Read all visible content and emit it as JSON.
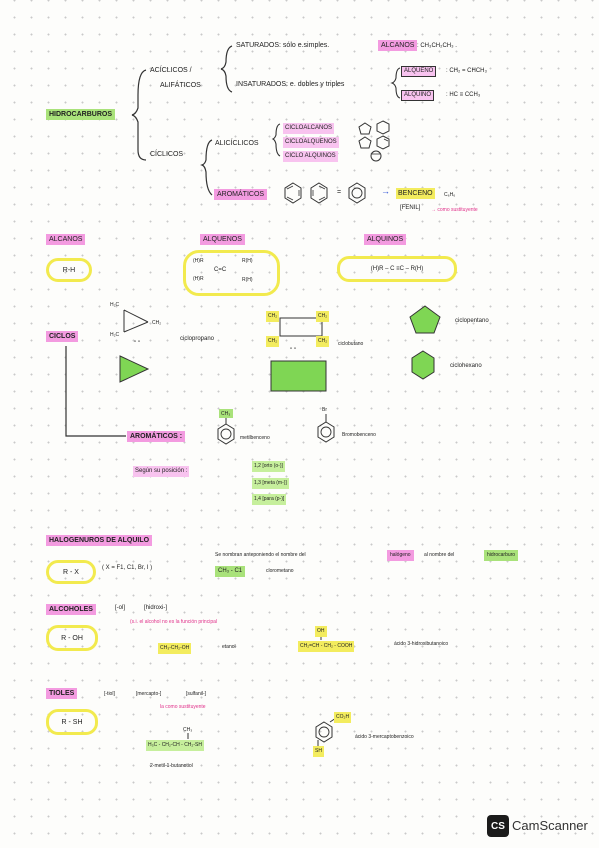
{
  "hydro": {
    "title": "HIDROCARBUROS",
    "aciclicos": "ACÍCLICOS /",
    "alifaticos": "ALIFÁTICOS",
    "saturados": "SATURADOS: sólo e.simples.",
    "alcanos_tag": "ALCANOS",
    "alcanos_formula": ": CH₃CH₂CH₃ .",
    "insaturados": "INSATURADOS: e. dobles y triples",
    "alqueno_tag": "ALQUENO",
    "alqueno_formula": ": CH₂ = CHCH₃",
    "alquino_tag": "ALQUINO",
    "alquino_formula": ": HC ≡ CCH₃",
    "ciclicos": "CÍCLICOS",
    "aliciclicos": "ALICÍCLICOS",
    "cicloalcanos": "CICLOALCANOS",
    "cicloalquenos": "CICLOALQUENOS",
    "cicloalquinos": "CICLO ALQUINOS",
    "aromaticos": "AROMÁTICOS",
    "equals": "=",
    "arrow": "→",
    "benceno": "BENCENO",
    "benceno_formula": "C₆H₆",
    "fenil": "[FENIL]",
    "fenil_note": "→ como sustituyente"
  },
  "groups": {
    "alcanos": "ALCANOS",
    "alcanos_formula": "R-H",
    "alquenos": "ALQUENOS",
    "alquenos_r1": "(H)R",
    "alquenos_c": "C=C",
    "alquenos_r2": "R(H)",
    "alquenos_r3": "(H)R",
    "alquenos_r4": "R(H)",
    "alquinos": "ALQUINOS",
    "alquinos_formula": "(H)R – C ≡C – R(H)"
  },
  "ciclos": {
    "title": "CICLOS",
    "h2c_top": "H₂C",
    "ch2": "CH₂",
    "h2c_bottom": "H₂C",
    "quote1": "\"  \"",
    "ciclopropano": "ciclopropano",
    "cb_ch2_tl": "CH₂",
    "cb_ch2_tr": "CH₂",
    "cb_ch2_bl": "CH₂",
    "cb_ch2_br": "CH₂",
    "quote2": "\"  \"",
    "ciclobutano": "ciclobutano",
    "ciclopentano": "ciclopentano",
    "ciclohexano": "ciclohexano"
  },
  "arom": {
    "title": "AROMÁTICOS :",
    "ch3": "CH₃",
    "metilbenceno": "metilbenceno",
    "br": "Br",
    "bromobenceno": "Bromobenceno",
    "segun": "Según su posición :",
    "pos1": "1,2 [orto (o-)]",
    "pos2": "1,3 [meta (m-)]",
    "pos3": "1,4 [para (p-)]"
  },
  "halo": {
    "title": "HALOGENUROS DE ALQUILO",
    "formula": "R - X",
    "xlist": "( X = F1, C1, Br, I )",
    "desc1": "Se nombran anteponiendo el nombre del",
    "halogeno": "halógeno",
    "desc2": "al nombre del",
    "hidrocarburo": "hidrocarburo",
    "example": "CH₃ - C1",
    "example_name": "clorometano"
  },
  "alco": {
    "title": "ALCOHOLES",
    "suffix": "[-ol]",
    "prefix": "[hidroxi-]",
    "formula": "R - OH",
    "note": "(s.i. el alcohol no es la función principal",
    "ex1": "CH₃-CH₂-OH",
    "ex1_name": "etanol",
    "oh": "OH",
    "ex2": "CH₂=CH - CH₂ - COOH",
    "ex2_name": "ácido 3-hidroxibutanoico"
  },
  "tioles": {
    "title": "TIOLES",
    "suffix": "[-tiol]",
    "prefix": "[mercapto-]",
    "sulf": "[sulfanil-]",
    "note": "la como sustituyente",
    "formula": "R - SH",
    "ch3": "CH₃",
    "ex1": "H₃C - CH₂-CH - CH₂-SH",
    "ex1_name": "2-metil-1-butanotiol",
    "co2h": "CO₂H",
    "sh": "SH",
    "ex2_name": "ácido 3-mercaptobenzoico"
  },
  "watermark": {
    "logo": "CS",
    "text": "CamScanner"
  },
  "colors": {
    "green": "#a9e27a",
    "pink": "#f39be0",
    "yellow": "#f3ec5e",
    "shape_green": "#7fd654"
  }
}
